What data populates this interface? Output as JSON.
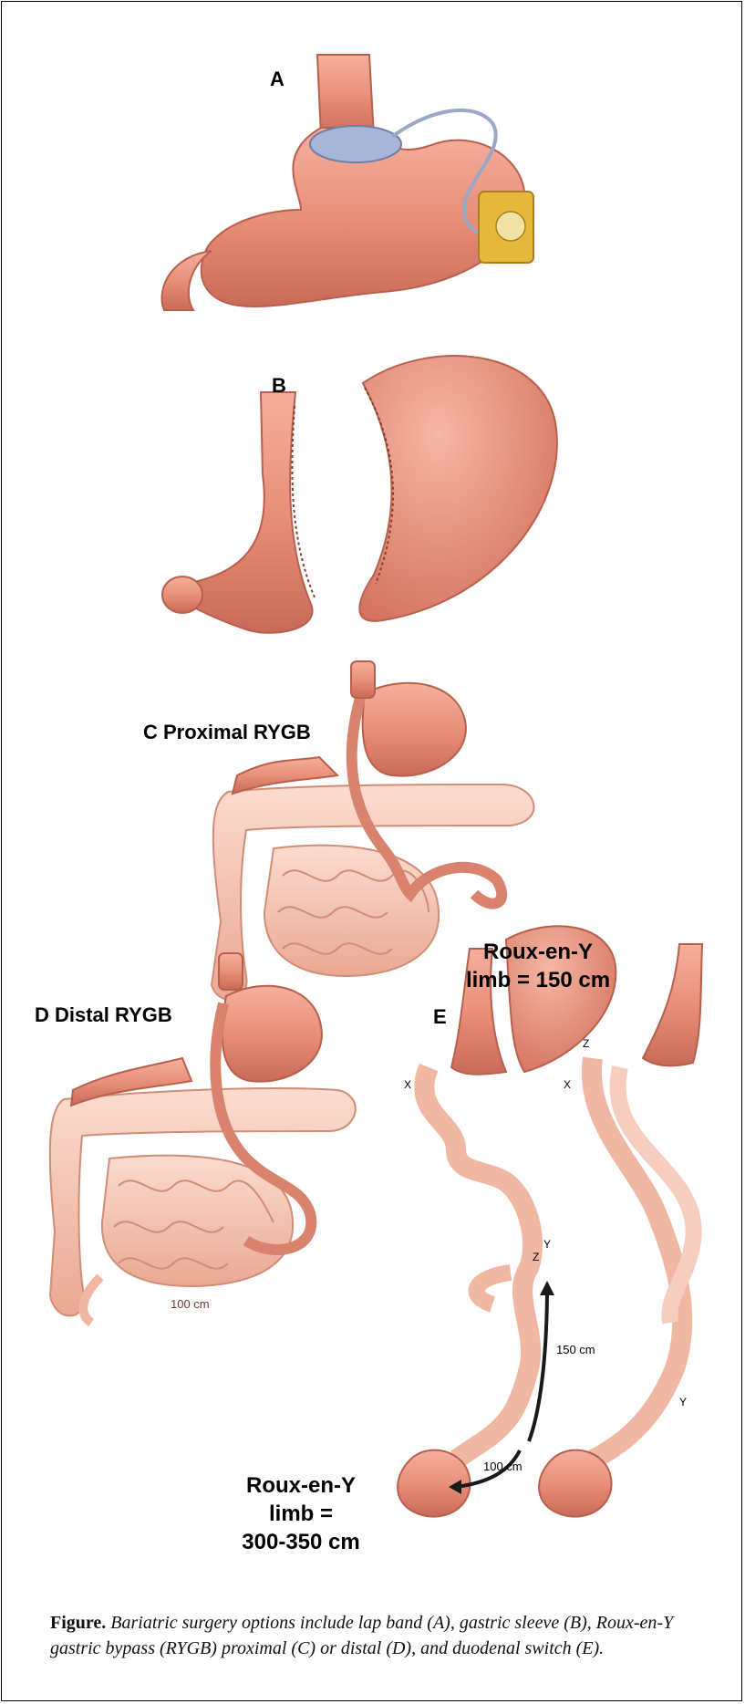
{
  "panels": {
    "a": {
      "label": "A"
    },
    "b": {
      "label": "B"
    },
    "c": {
      "label": "C  Proximal RYGB",
      "limb_line1": "Roux-en-Y",
      "limb_line2": "limb = 150 cm"
    },
    "d": {
      "label": "D  Distal RYGB",
      "limb_line1": "Roux-en-Y",
      "limb_line2": "limb =",
      "limb_line3": "300-350 cm",
      "small_label": "100 cm"
    },
    "e": {
      "label": "E",
      "marker_x": "X",
      "marker_y": "Y",
      "marker_z": "Z",
      "length_150": "150 cm",
      "length_100": "100 cm"
    }
  },
  "caption": {
    "lead": "Figure.",
    "text": " Bariatric surgery options include lap band (A), gastric sleeve (B), Roux-en-Y gastric bypass (RYGB) proximal (C) or distal (D), and duodenal switch (E)."
  },
  "colors": {
    "stomach": "#e98f7a",
    "stomach_dark": "#c96a58",
    "bowel": "#f7c6b4",
    "bowel_dark": "#e8a28e",
    "band": "#a7b6d6",
    "port": "#e6b83c"
  }
}
